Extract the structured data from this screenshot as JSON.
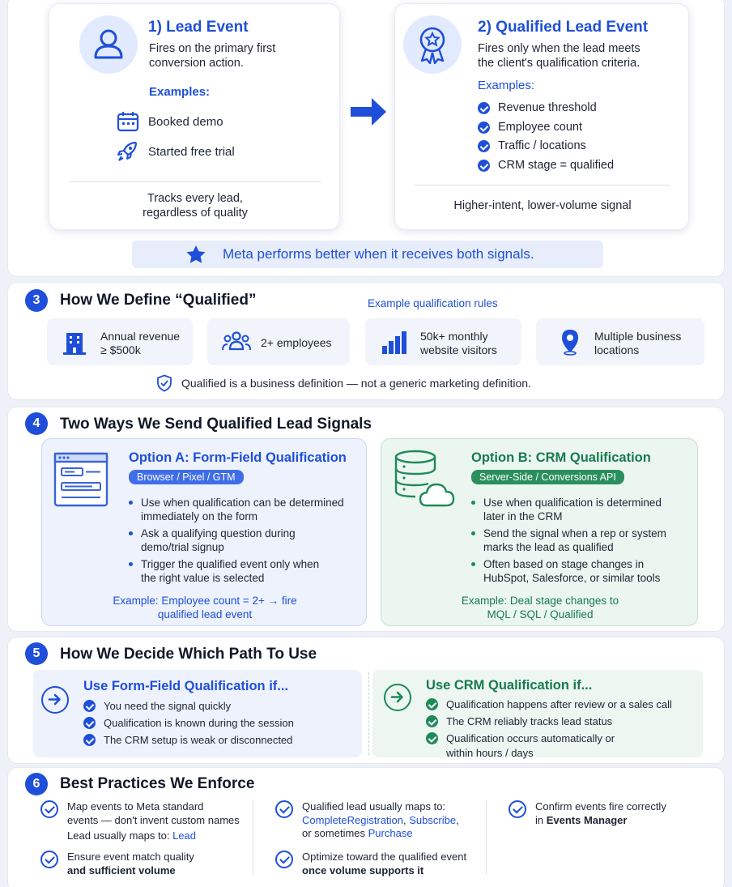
{
  "lead_event": {
    "title": "1) Lead Event",
    "desc1": "Fires on the primary first",
    "desc2": "conversion action.",
    "examples_label": "Examples:",
    "examples": [
      "Booked demo",
      "Started free trial"
    ],
    "footer1": "Tracks every lead,",
    "footer2": "regardless of quality",
    "icons": [
      "person-icon",
      "calendar-icon",
      "rocket-icon"
    ]
  },
  "qualified_event": {
    "title": "2) Qualified Lead Event",
    "desc1": "Fires only when the lead meets",
    "desc2": "the client's qualification criteria.",
    "examples_label": "Examples:",
    "examples": [
      "Revenue threshold",
      "Employee count",
      "Traffic / locations",
      "CRM stage = qualified"
    ],
    "footer": "Higher-intent, lower-volume signal"
  },
  "banner": "Meta performs better when it receives both signals.",
  "section3": {
    "num": "3",
    "title": "How We Define “Qualified”",
    "rules_label": "Example qualification rules",
    "rules": [
      {
        "l1": "Annual revenue",
        "l2": "≥ $500k",
        "icon": "building-icon"
      },
      {
        "l1": "2+ employees",
        "l2": "",
        "icon": "people-icon"
      },
      {
        "l1": "50k+ monthly",
        "l2": "website visitors",
        "icon": "bar-chart-icon"
      },
      {
        "l1": "Multiple business",
        "l2": "locations",
        "icon": "location-pin-icon"
      }
    ],
    "note": "Qualified is a business definition — not a generic marketing definition."
  },
  "section4": {
    "num": "4",
    "title": "Two Ways We Send Qualified Lead Signals",
    "option_a": {
      "title": "Option A: Form-Field Qualification",
      "pill": "Browser / Pixel / GTM",
      "bullets": [
        [
          "Use when qualification can be determined",
          "immediately on the form"
        ],
        [
          "Ask a qualifying question during",
          "demo/trial signup"
        ],
        [
          "Trigger the qualified event only when",
          "the right value is selected"
        ]
      ],
      "example1": "Example: Employee count = 2+ → fire",
      "example2": "qualified lead event"
    },
    "option_b": {
      "title": "Option B: CRM Qualification",
      "pill": "Server-Side / Conversions API",
      "bullets": [
        [
          "Use when qualification is determined",
          "later in the CRM"
        ],
        [
          "Send the signal when a rep or system",
          "marks the lead as qualified"
        ],
        [
          "Often based on stage changes in",
          "HubSpot, Salesforce, or similar tools"
        ]
      ],
      "example1": "Example: Deal stage changes to",
      "example2": "MQL / SQL / Qualified"
    }
  },
  "section5": {
    "num": "5",
    "title": "How We Decide Which Path To Use",
    "form": {
      "title": "Use Form-Field Qualification if...",
      "items": [
        "You need the signal quickly",
        "Qualification is known during the session",
        "The CRM setup is weak or disconnected"
      ]
    },
    "crm": {
      "title": "Use CRM Qualification if...",
      "items": [
        "Qualification happens after review or a sales call",
        "The CRM reliably tracks lead status",
        "Qualification occurs automatically or",
        "within hours / days"
      ]
    }
  },
  "section6": {
    "num": "6",
    "title": "Best Practices We Enforce",
    "p1": {
      "l1": "Map events to Meta standard",
      "l2": "events — don't invent custom names",
      "l3a": "Lead usually maps to: ",
      "l3b": "Lead"
    },
    "p2": {
      "l1": "Ensure event match quality",
      "l2": "and sufficient volume"
    },
    "p3": {
      "l1": "Qualified lead usually maps to:",
      "l2a": "CompleteRegistration",
      "l2b": ", ",
      "l2c": "Subscribe",
      "l2d": ",",
      "l3a": "or sometimes ",
      "l3b": "Purchase"
    },
    "p4": {
      "l1": "Optimize toward the qualified event",
      "l2": "once volume supports it"
    },
    "p5": {
      "l1": "Confirm events fire correctly",
      "l2a": "in ",
      "l2b": "Events Manager"
    }
  },
  "colors": {
    "brand_blue": "#1f4fd8",
    "brand_green": "#1e8a57"
  }
}
